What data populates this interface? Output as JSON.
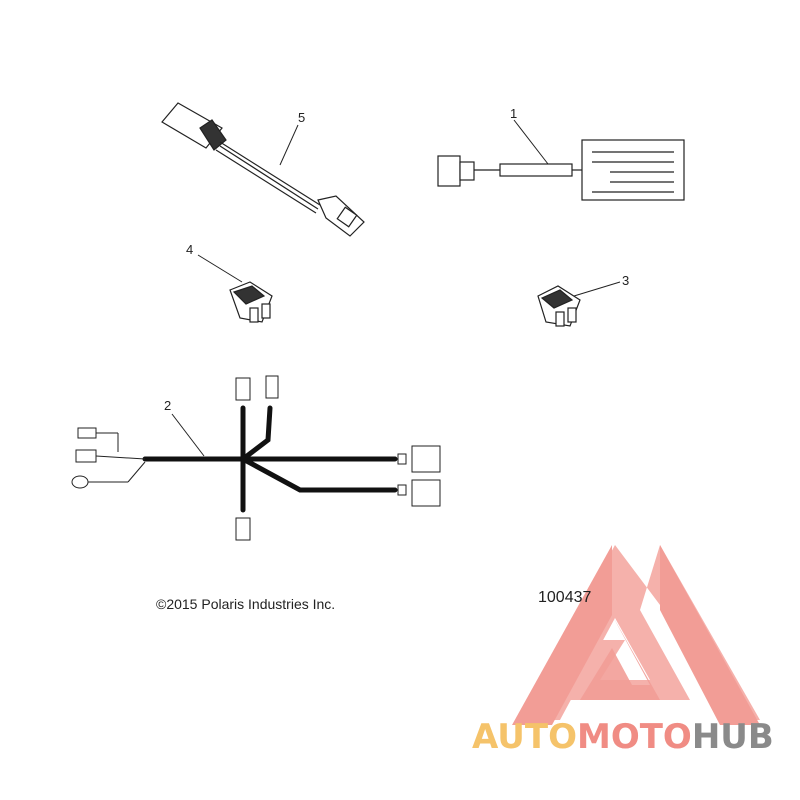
{
  "callouts": {
    "c1": "1",
    "c2": "2",
    "c3": "3",
    "c4": "4",
    "c5": "5"
  },
  "copyright": "©2015 Polaris Industries Inc.",
  "part_number": "100437",
  "watermark": {
    "auto": "AUTO",
    "moto": "MOTO",
    "hub": "HUB",
    "colors": {
      "logo": "#f08c84",
      "auto": "#f5c36a",
      "moto": "#f08c84",
      "hub": "#8a8a8a"
    }
  }
}
